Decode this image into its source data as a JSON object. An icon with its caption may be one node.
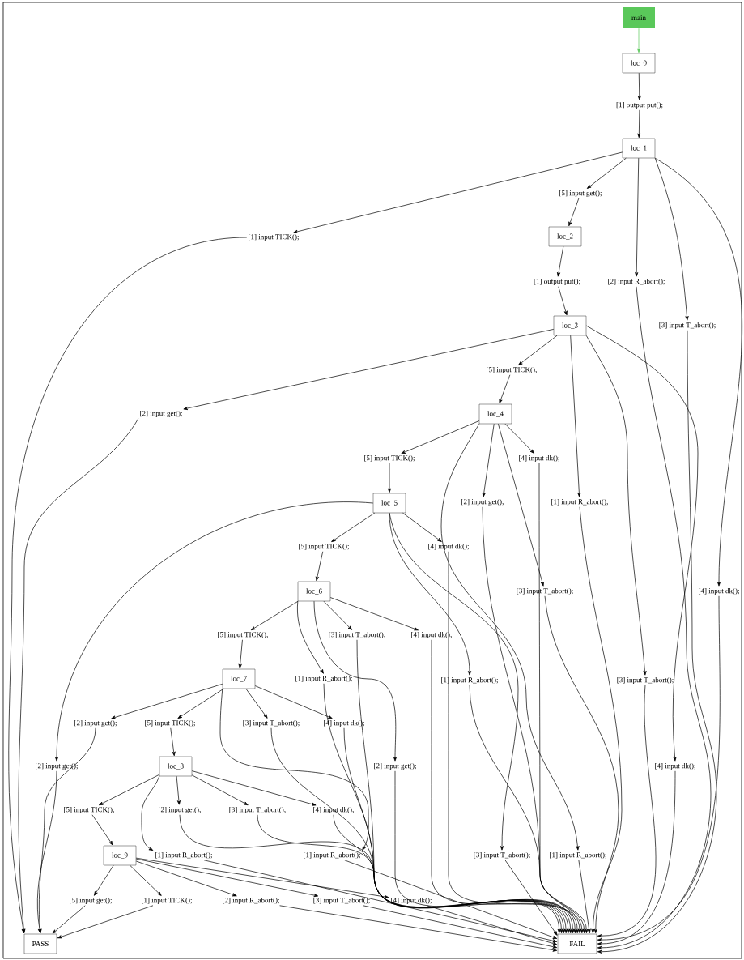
{
  "diagram": {
    "nodes": [
      {
        "text": [
          "main"
        ]
      },
      {
        "text": [
          "loc_0"
        ]
      },
      {
        "text": [
          "[1] output put();"
        ]
      },
      {
        "text": [
          "loc_1"
        ]
      },
      {
        "text": [
          "[5] input get();"
        ]
      },
      {
        "text": [
          "[1] input TICK();"
        ]
      },
      {
        "text": [
          "loc_2"
        ]
      },
      {
        "text": [
          "[1] output put();"
        ]
      },
      {
        "text": [
          "[2] input R_abort();"
        ]
      },
      {
        "text": [
          "[3] input T_abort();"
        ]
      },
      {
        "text": [
          "loc_3"
        ]
      },
      {
        "text": [
          "[5] input TICK();"
        ]
      },
      {
        "text": [
          "[2] input get();"
        ]
      },
      {
        "text": [
          "loc_4"
        ]
      },
      {
        "text": [
          "[5] input TICK();"
        ]
      },
      {
        "text": [
          "[4] input dk();"
        ]
      },
      {
        "text": [
          "[2] input get();"
        ]
      },
      {
        "text": [
          "[1] input R_abort();"
        ]
      },
      {
        "text": [
          "loc_5"
        ]
      },
      {
        "text": [
          "[5] input TICK();"
        ]
      },
      {
        "text": [
          "[4] input dk();"
        ]
      },
      {
        "text": [
          "[3] input T_abort();"
        ]
      },
      {
        "text": [
          "loc_6"
        ]
      },
      {
        "text": [
          "[5] input TICK();"
        ]
      },
      {
        "text": [
          "[3] input T_abort();"
        ]
      },
      {
        "text": [
          "[4] input dk();"
        ]
      },
      {
        "text": [
          "[1] input R_abort();"
        ]
      },
      {
        "text": [
          "[1] input R_abort();"
        ]
      },
      {
        "text": [
          "[3] input T_abort();"
        ]
      },
      {
        "text": [
          "loc_7"
        ]
      },
      {
        "text": [
          "[2] input get();"
        ]
      },
      {
        "text": [
          "[5] input TICK();"
        ]
      },
      {
        "text": [
          "[3] input T_abort();"
        ]
      },
      {
        "text": [
          "[4] input dk();"
        ]
      },
      {
        "text": [
          "[2] input get();"
        ]
      },
      {
        "text": [
          "loc_8"
        ]
      },
      {
        "text": [
          "[2] input get();"
        ]
      },
      {
        "text": [
          "[4] input dk();"
        ]
      },
      {
        "text": [
          "[5] input TICK();"
        ]
      },
      {
        "text": [
          "[2] input get();"
        ]
      },
      {
        "text": [
          "[3] input T_abort();"
        ]
      },
      {
        "text": [
          "[4] input dk();"
        ]
      },
      {
        "text": [
          "loc_9"
        ]
      },
      {
        "text": [
          "[1] input R_abort();"
        ]
      },
      {
        "text": [
          "[1] input R_abort();"
        ]
      },
      {
        "text": [
          "[3] input T_abort();"
        ]
      },
      {
        "text": [
          "[1] input R_abort();"
        ]
      },
      {
        "text": [
          "[4] input dk();"
        ]
      },
      {
        "text": [
          "[5] input get();"
        ]
      },
      {
        "text": [
          "[1] input TICK();"
        ]
      },
      {
        "text": [
          "[2] input R_abort();"
        ]
      },
      {
        "text": [
          "[3] input T_abort();"
        ]
      },
      {
        "text": [
          "[4] input dk();"
        ]
      },
      {
        "text": [
          "PASS"
        ]
      },
      {
        "text": [
          "FAIL"
        ]
      }
    ],
    "edges": [
      {
        "from": 0,
        "to": 1,
        "arrow": "to",
        "color": "#5ac85a"
      },
      {
        "from": 1,
        "to": 2,
        "arrow": "to"
      },
      {
        "from": 2,
        "to": 3,
        "arrow": "to"
      },
      {
        "from": 3,
        "to": 4,
        "arrow": "to"
      },
      {
        "from": 4,
        "to": 6,
        "arrow": "to"
      },
      {
        "from": 3,
        "to": 5,
        "arrow": "to"
      },
      {
        "from": 5,
        "to": 53,
        "arrow": "to"
      },
      {
        "from": 3,
        "to": 8,
        "arrow": "to"
      },
      {
        "from": 8,
        "to": 54,
        "arrow": "to"
      },
      {
        "from": 3,
        "to": 9,
        "arrow": "to"
      },
      {
        "from": 9,
        "to": 54,
        "arrow": "to"
      },
      {
        "from": 3,
        "to": 47,
        "arrow": "to"
      },
      {
        "from": 47,
        "to": 54,
        "arrow": "to"
      },
      {
        "from": 6,
        "to": 7,
        "arrow": "to"
      },
      {
        "from": 7,
        "to": 10,
        "arrow": "to"
      },
      {
        "from": 10,
        "to": 11,
        "arrow": "to"
      },
      {
        "from": 11,
        "to": 13,
        "arrow": "to"
      },
      {
        "from": 10,
        "to": 12,
        "arrow": "to"
      },
      {
        "from": 12,
        "to": 53,
        "arrow": "to"
      },
      {
        "from": 10,
        "to": 17,
        "arrow": "to"
      },
      {
        "from": 17,
        "to": 54,
        "arrow": "to"
      },
      {
        "from": 10,
        "to": 28,
        "arrow": "to"
      },
      {
        "from": 28,
        "to": 54,
        "arrow": "to"
      },
      {
        "from": 10,
        "to": 37,
        "arrow": "to"
      },
      {
        "from": 37,
        "to": 54,
        "arrow": "to"
      },
      {
        "from": 13,
        "to": 14,
        "arrow": "to"
      },
      {
        "from": 14,
        "to": 18,
        "arrow": "to"
      },
      {
        "from": 13,
        "to": 16,
        "arrow": "to"
      },
      {
        "from": 16,
        "to": 54,
        "arrow": "to"
      },
      {
        "from": 13,
        "to": 15,
        "arrow": "to"
      },
      {
        "from": 15,
        "to": 54,
        "arrow": "to"
      },
      {
        "from": 13,
        "to": 21,
        "arrow": "to"
      },
      {
        "from": 21,
        "to": 54,
        "arrow": "to"
      },
      {
        "from": 13,
        "to": 46,
        "arrow": "to"
      },
      {
        "from": 46,
        "to": 54,
        "arrow": "to"
      },
      {
        "from": 18,
        "to": 19,
        "arrow": "to"
      },
      {
        "from": 19,
        "to": 22,
        "arrow": "to"
      },
      {
        "from": 18,
        "to": 34,
        "arrow": "to"
      },
      {
        "from": 34,
        "to": 53,
        "arrow": "to"
      },
      {
        "from": 18,
        "to": 20,
        "arrow": "to"
      },
      {
        "from": 20,
        "to": 54,
        "arrow": "to"
      },
      {
        "from": 18,
        "to": 27,
        "arrow": "to"
      },
      {
        "from": 27,
        "to": 54,
        "arrow": "to"
      },
      {
        "from": 18,
        "to": 45,
        "arrow": "to"
      },
      {
        "from": 45,
        "to": 54,
        "arrow": "to"
      },
      {
        "from": 22,
        "to": 23,
        "arrow": "to"
      },
      {
        "from": 23,
        "to": 29,
        "arrow": "to"
      },
      {
        "from": 22,
        "to": 24,
        "arrow": "to"
      },
      {
        "from": 24,
        "to": 54,
        "arrow": "to"
      },
      {
        "from": 22,
        "to": 25,
        "arrow": "to"
      },
      {
        "from": 25,
        "to": 54,
        "arrow": "to"
      },
      {
        "from": 22,
        "to": 26,
        "arrow": "to"
      },
      {
        "from": 26,
        "to": 54,
        "arrow": "to"
      },
      {
        "from": 22,
        "to": 36,
        "arrow": "to"
      },
      {
        "from": 36,
        "to": 54,
        "arrow": "to"
      },
      {
        "from": 29,
        "to": 30,
        "arrow": "to"
      },
      {
        "from": 30,
        "to": 53,
        "arrow": "to"
      },
      {
        "from": 29,
        "to": 31,
        "arrow": "to"
      },
      {
        "from": 31,
        "to": 35,
        "arrow": "to"
      },
      {
        "from": 29,
        "to": 32,
        "arrow": "to"
      },
      {
        "from": 32,
        "to": 54,
        "arrow": "to"
      },
      {
        "from": 29,
        "to": 33,
        "arrow": "to"
      },
      {
        "from": 33,
        "to": 54,
        "arrow": "to"
      },
      {
        "from": 29,
        "to": 44,
        "arrow": "to"
      },
      {
        "from": 44,
        "to": 54,
        "arrow": "to"
      },
      {
        "from": 35,
        "to": 38,
        "arrow": "to"
      },
      {
        "from": 38,
        "to": 42,
        "arrow": "to"
      },
      {
        "from": 35,
        "to": 39,
        "arrow": "to"
      },
      {
        "from": 39,
        "to": 54,
        "arrow": "to"
      },
      {
        "from": 35,
        "to": 40,
        "arrow": "to"
      },
      {
        "from": 40,
        "to": 54,
        "arrow": "to"
      },
      {
        "from": 35,
        "to": 41,
        "arrow": "to"
      },
      {
        "from": 41,
        "to": 54,
        "arrow": "to"
      },
      {
        "from": 35,
        "to": 43,
        "arrow": "to"
      },
      {
        "from": 43,
        "to": 54,
        "arrow": "to"
      },
      {
        "from": 42,
        "to": 48,
        "arrow": "to"
      },
      {
        "from": 48,
        "to": 53,
        "arrow": "to"
      },
      {
        "from": 42,
        "to": 49,
        "arrow": "to"
      },
      {
        "from": 49,
        "to": 53,
        "arrow": "to"
      },
      {
        "from": 42,
        "to": 50,
        "arrow": "to"
      },
      {
        "from": 50,
        "to": 54,
        "arrow": "to"
      },
      {
        "from": 42,
        "to": 51,
        "arrow": "to"
      },
      {
        "from": 51,
        "to": 54,
        "arrow": "to"
      },
      {
        "from": 42,
        "to": 52,
        "arrow": "to"
      },
      {
        "from": 52,
        "to": 54,
        "arrow": "to"
      }
    ]
  }
}
